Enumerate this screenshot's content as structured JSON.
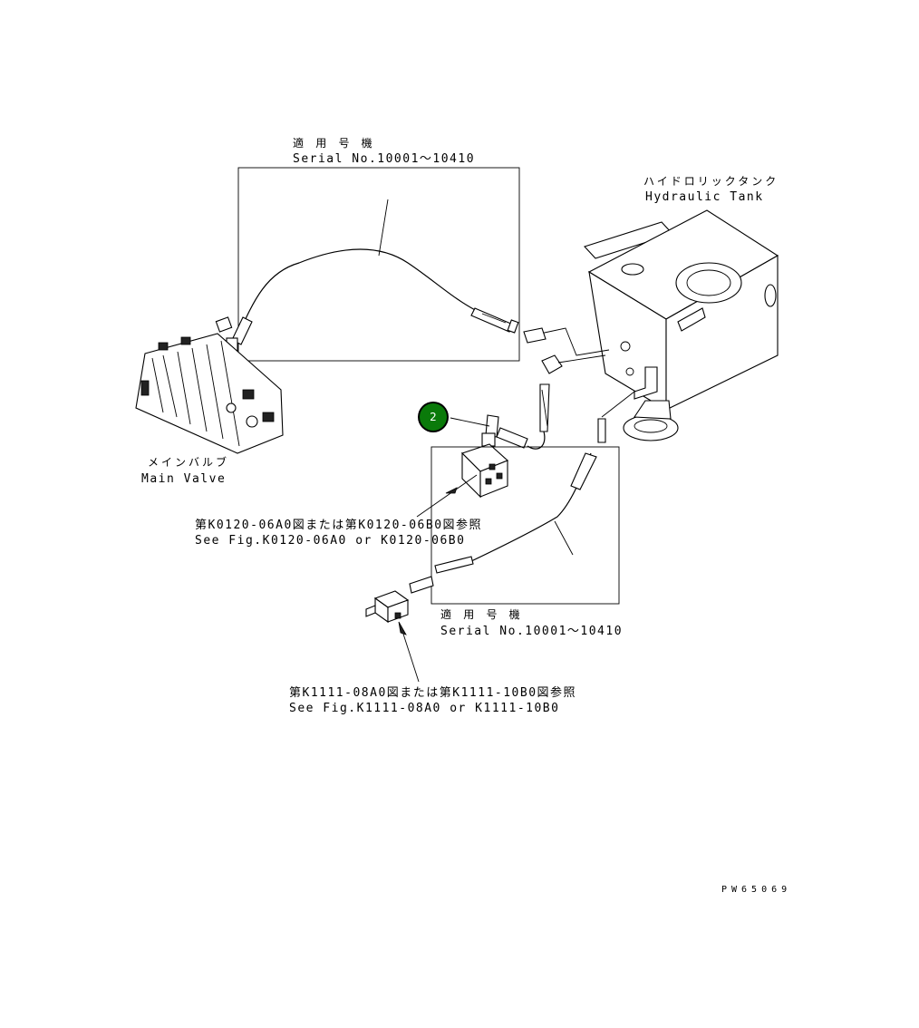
{
  "labels": {
    "serial_top_jp": "適 用 号 機",
    "serial_top_en": "Serial No.10001～10410",
    "tank_jp": "ハイドロリックタンク",
    "tank_en": "Hydraulic Tank",
    "valve_jp": "メインバルブ",
    "valve_en": "Main Valve",
    "ref1_jp": "第K0120-06A0図または第K0120-06B0図参照",
    "ref1_en": "See Fig.K0120-06A0 or K0120-06B0",
    "serial_bottom_jp": "適 用 号 機",
    "serial_bottom_en": "Serial No.10001～10410",
    "ref2_jp": "第K1111-08A0図または第K1111-10B0図参照",
    "ref2_en": "See Fig.K1111-08A0 or K1111-10B0",
    "drawing_code": "PW65069"
  },
  "callouts": [
    {
      "number": "2"
    }
  ],
  "colors": {
    "callout_fill": "#0a7a0a",
    "callout_ring": "#000000",
    "line": "#000000"
  }
}
